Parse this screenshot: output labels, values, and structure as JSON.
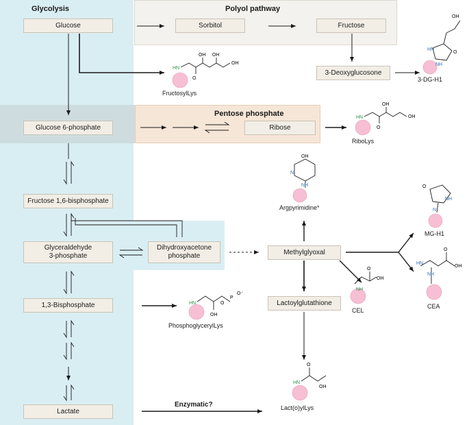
{
  "regions": {
    "glycolysis": "Glycolysis",
    "polyol": "Polyol pathway",
    "pentose": "Pentose phosphate"
  },
  "metabolites": {
    "glucose": "Glucose",
    "sorbitol": "Sorbitol",
    "fructose": "Fructose",
    "deoxyglucosone": "3-Deoxyglucosone",
    "g6p": "Glucose 6-phosphate",
    "ribose": "Ribose",
    "f16bp": "Fructose 1,6-bisphosphate",
    "gap_line1": "Glyceraldehyde",
    "gap_line2": "3-phosphate",
    "dhap_line1": "Dihydroxyacetone",
    "dhap_line2": "phosphate",
    "bpg": "1,3-Bisphosphate",
    "lactate": "Lactate",
    "methylglyoxal": "Methylglyoxal",
    "lactoylglutathione": "Lactoylglutathione"
  },
  "products": {
    "fructosyllys": "FructosylLys",
    "dgh1": "3-DG-H1",
    "ribolys": "RiboLys",
    "argpyrimidine": "Argpyrimidine*",
    "mgh1": "MG-H1",
    "cel": "CEL",
    "cea": "CEA",
    "phosphoglyceryllys": "PhosphoglycerylLys",
    "lactoyllys": "Lact(o)ylLys"
  },
  "annotations": {
    "enzymatic": "Enzymatic?"
  },
  "chem_labels": {
    "oh": "OH",
    "o": "O",
    "hn": "HN",
    "nh": "NH",
    "n": "N",
    "p": "P",
    "o_minus": "O⁻"
  },
  "colors": {
    "glycolysis_bg": "#d9eef3",
    "polyol_bg": "#f4f2ee",
    "pentose_bg": "#f6e6d8",
    "box_fill": "#f2eee6",
    "protein": "#f6bfd3",
    "amine_green": "#2f8f4e",
    "nitrogen_blue": "#2d6db5"
  }
}
